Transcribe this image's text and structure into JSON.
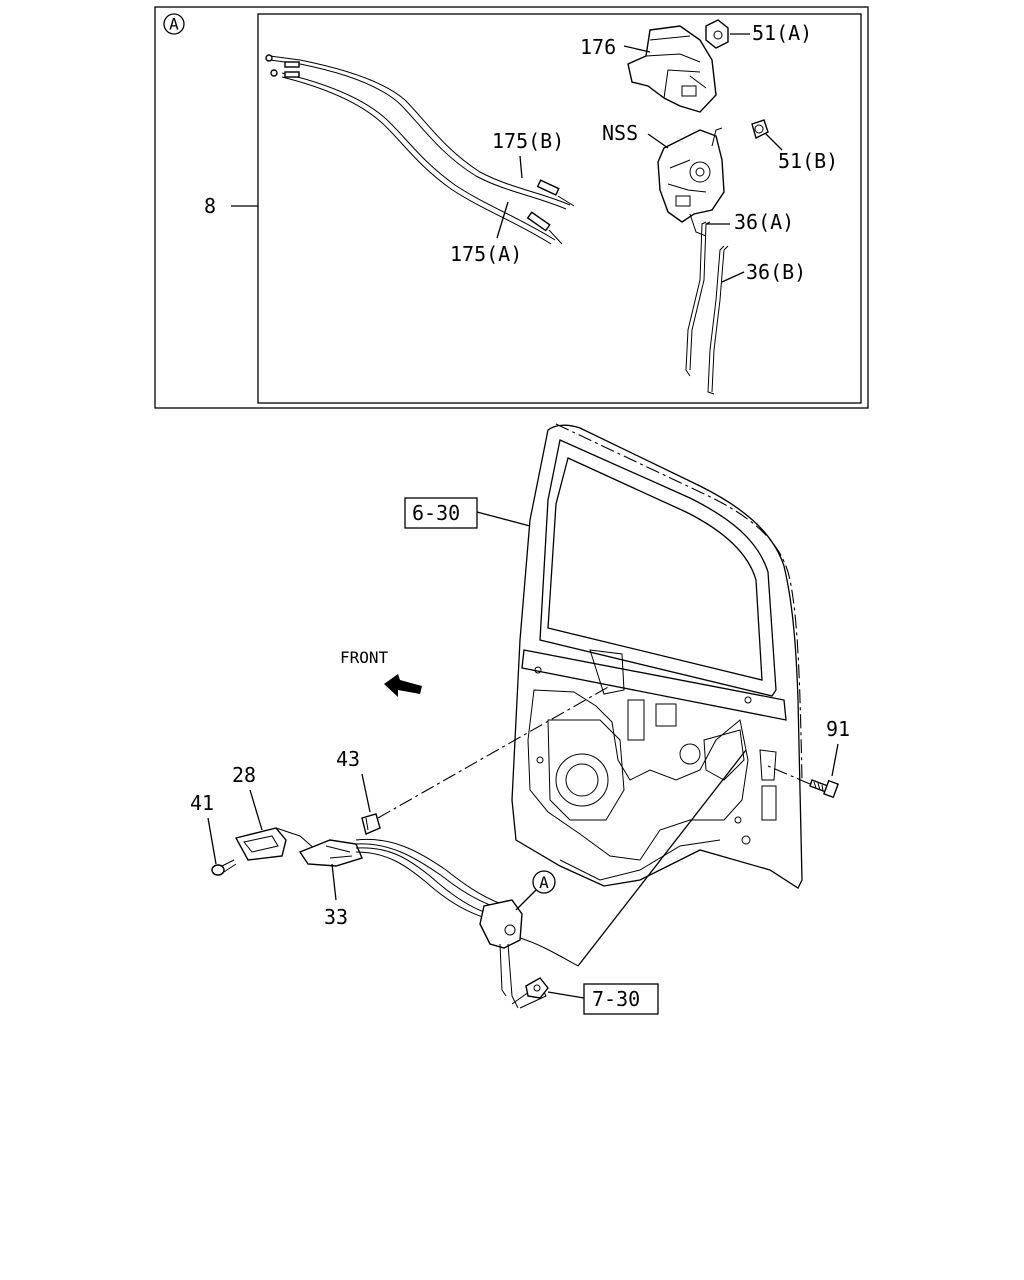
{
  "detail_view": {
    "marker": "A",
    "assembly_ref": "8",
    "parts": {
      "cable_b": "175(B)",
      "cable_a": "175(A)",
      "lock_cover": "176",
      "clip_a": "51(A)",
      "clip_b": "51(B)",
      "lock_assembly": "NSS",
      "rod_a": "36(A)",
      "rod_b": "36(B)"
    }
  },
  "main_view": {
    "door_ref": "6-30",
    "direction_label": "FRONT",
    "callout_marker": "A",
    "latch_ref": "7-30",
    "parts": {
      "bolt": "91",
      "bushing": "43",
      "bezel": "28",
      "screw": "41",
      "inside_handle": "33"
    }
  }
}
